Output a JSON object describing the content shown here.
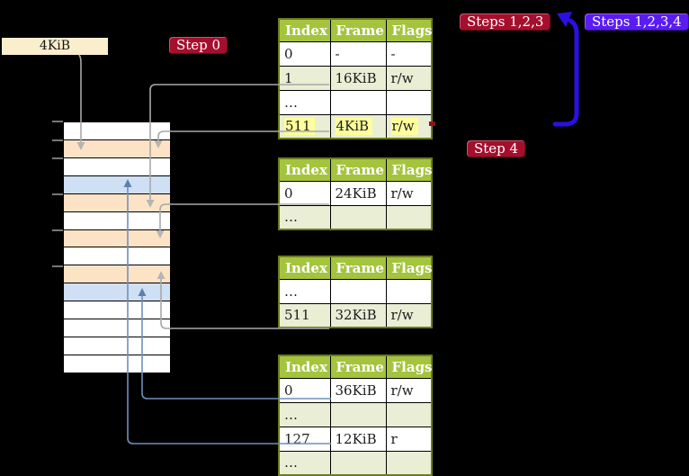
{
  "labels": {
    "frame_size": "4KiB",
    "step0": "Step 0",
    "steps123": "Steps 1,2,3",
    "steps1234": "Steps 1,2,3,4",
    "step4": "Step 4"
  },
  "table_columns": [
    "Index",
    "Frame",
    "Flags"
  ],
  "tables": [
    {
      "name": "top-page-table",
      "rows": [
        {
          "cells": [
            "0",
            "-",
            "-"
          ]
        },
        {
          "cells": [
            "1",
            "16KiB",
            "r/w"
          ]
        },
        {
          "cells": [
            "…",
            "",
            ""
          ]
        },
        {
          "cells": [
            "511",
            "4KiB",
            "r/w"
          ],
          "highlighted": true
        }
      ]
    },
    {
      "name": "second-page-table",
      "rows": [
        {
          "cells": [
            "0",
            "24KiB",
            "r/w"
          ]
        },
        {
          "cells": [
            "…",
            "",
            ""
          ]
        }
      ]
    },
    {
      "name": "third-page-table",
      "rows": [
        {
          "cells": [
            "…",
            "",
            ""
          ]
        },
        {
          "cells": [
            "511",
            "32KiB",
            "r/w"
          ]
        }
      ]
    },
    {
      "name": "bottom-page-table",
      "rows": [
        {
          "cells": [
            "0",
            "36KiB",
            "r/w"
          ]
        },
        {
          "cells": [
            "…",
            "",
            ""
          ]
        },
        {
          "cells": [
            "127",
            "12KiB",
            "r"
          ]
        },
        {
          "cells": [
            "…",
            "",
            ""
          ]
        }
      ]
    }
  ],
  "memory_strip": {
    "frame_fills": [
      "white",
      "peach",
      "white",
      "blue",
      "peach",
      "white",
      "peach",
      "white",
      "peach",
      "blue",
      "white",
      "white",
      "white",
      "white"
    ],
    "tick_count": 6
  },
  "connectors": [
    {
      "from": "frame-size-label",
      "to": "strip-row-2",
      "color": "gray",
      "direction": "down"
    },
    {
      "from": "top-table-entry-1",
      "to": "strip-row-5",
      "color": "gray",
      "direction": "down"
    },
    {
      "from": "top-table-entry-511",
      "to": "strip-row-2",
      "color": "gray",
      "direction": "down"
    },
    {
      "from": "second-table-entry-0",
      "to": "strip-row-7",
      "color": "gray",
      "direction": "down"
    },
    {
      "from": "third-table-entry-511",
      "to": "strip-row-9",
      "color": "gray",
      "direction": "up"
    },
    {
      "from": "bottom-table-entry-0",
      "to": "strip-row-10",
      "color": "steel-blue",
      "direction": "up"
    },
    {
      "from": "bottom-table-entry-127",
      "to": "strip-row-4",
      "color": "steel-blue",
      "direction": "up"
    },
    {
      "from": "top-table-entry-511",
      "to": "top-table",
      "color": "loop-blue",
      "direction": "loop-up"
    }
  ],
  "colors": {
    "background": "#000000",
    "table_header_green": "#a4c43e",
    "table_border_olive": "#6e7b20",
    "row_light_green": "#e9eed5",
    "highlight_yellow": "#feff9c",
    "label_cream": "#fbeecd",
    "frame_peach": "#fde3c6",
    "frame_blue": "#cfe0f4",
    "connector_gray": "#a8a8a8",
    "connector_steel_blue": "#6f8fbc",
    "loop_arrow_blue": "#2b10e4",
    "badge_red": "#a50f2e",
    "badge_blue": "#5a1cf0",
    "red_dash": "#8b1226"
  }
}
